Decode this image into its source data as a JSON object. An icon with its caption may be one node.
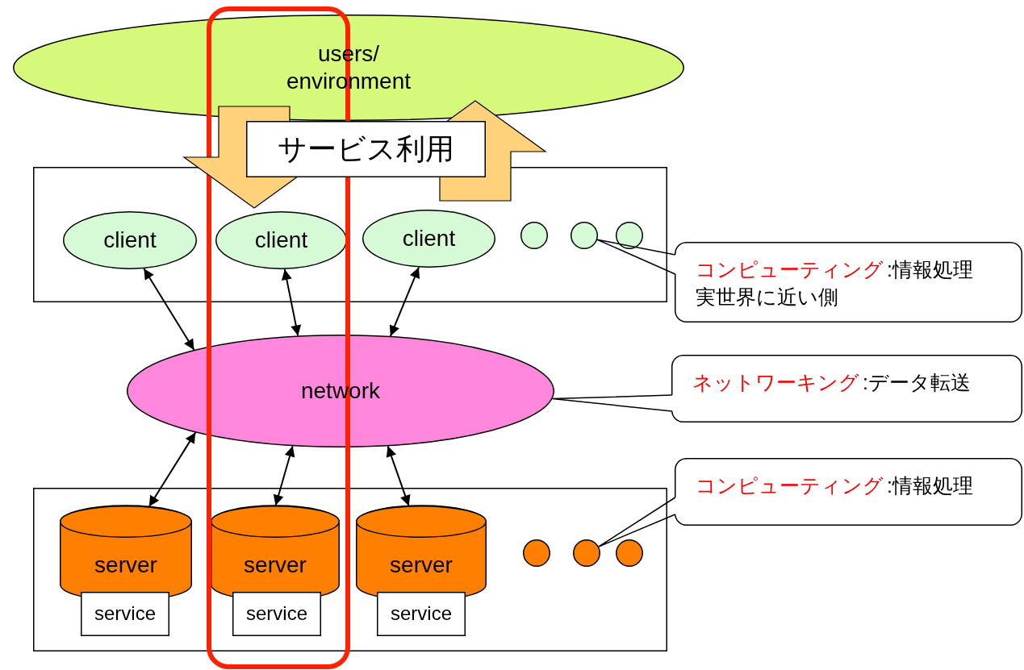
{
  "diagram": {
    "nodes": [
      {
        "text": [
          "users/ environment"
        ]
      },
      {
        "text": [],
        "shape": "box"
      },
      {
        "text": [
          "client"
        ],
        "in": 1
      },
      {
        "text": [
          "client"
        ],
        "in": 1
      },
      {
        "text": [
          "client"
        ],
        "in": 1
      },
      {
        "text": [],
        "shape": "circle",
        "in": 1
      },
      {
        "text": [],
        "shape": "circle",
        "in": 1
      },
      {
        "text": [],
        "shape": "circle",
        "in": 1
      },
      {
        "text": [
          "network"
        ]
      },
      {
        "text": [],
        "shape": "box"
      },
      {
        "text": [
          "server"
        ],
        "in": 9
      },
      {
        "text": [
          "server"
        ],
        "in": 9
      },
      {
        "text": [
          "server"
        ],
        "in": 9
      },
      {
        "text": [
          "service"
        ],
        "in": 9
      },
      {
        "text": [
          "service"
        ],
        "in": 9
      },
      {
        "text": [
          "service"
        ],
        "in": 9
      },
      {
        "text": [],
        "shape": "circle",
        "in": 9
      },
      {
        "text": [],
        "shape": "circle",
        "in": 9
      },
      {
        "text": [],
        "shape": "circle",
        "in": 9
      },
      {
        "text": [
          "サービス利用"
        ]
      },
      {
        "text": [
          "コンピューティング",
          ":情報処理",
          "実世界に近い側"
        ]
      },
      {
        "text": [
          "ネットワーキング",
          ":データ転送"
        ]
      },
      {
        "text": [
          "コンピューティング",
          ":情報処理"
        ]
      }
    ],
    "edges": [
      {
        "from": 0,
        "to": 1,
        "arrow": "to",
        "style": "thick",
        "color": "#ffd17a"
      },
      {
        "from": 1,
        "to": 0,
        "arrow": "to",
        "style": "thick",
        "color": "#ffd17a"
      },
      {
        "from": 2,
        "to": 8,
        "arrow": "both"
      },
      {
        "from": 3,
        "to": 8,
        "arrow": "both"
      },
      {
        "from": 4,
        "to": 8,
        "arrow": "both"
      },
      {
        "from": 8,
        "to": 10,
        "arrow": "both"
      },
      {
        "from": 8,
        "to": 11,
        "arrow": "both"
      },
      {
        "from": 8,
        "to": 12,
        "arrow": "both"
      },
      {
        "from": 20,
        "to": 6,
        "arrow": "none"
      },
      {
        "from": 21,
        "to": 8,
        "arrow": "none"
      },
      {
        "from": 22,
        "to": 17,
        "arrow": "none"
      }
    ]
  }
}
